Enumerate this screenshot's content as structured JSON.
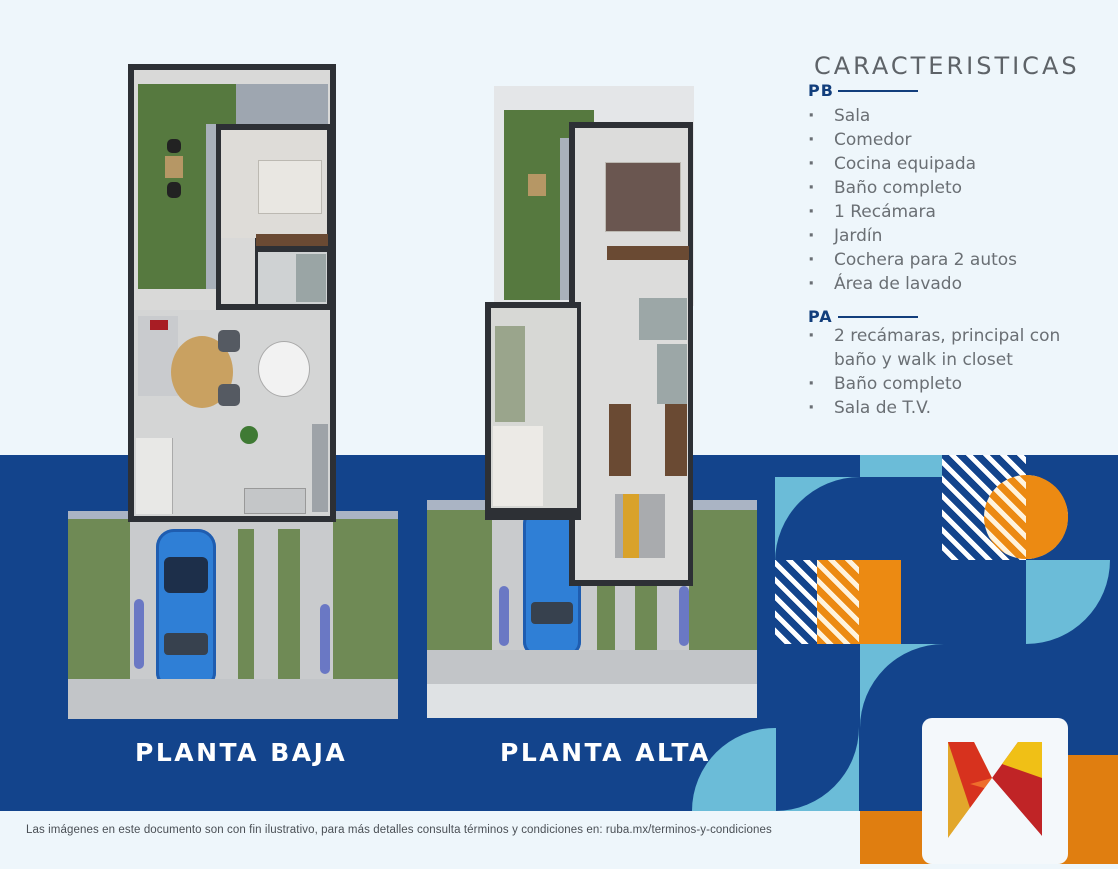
{
  "features": {
    "title": "CARACTERISTICAS",
    "pb": {
      "label": "PB",
      "items": [
        "Sala",
        "Comedor",
        "Cocina equipada",
        "Baño completo",
        "1 Recámara",
        "Jardín",
        "Cochera para 2 autos",
        "Área de lavado"
      ]
    },
    "pa": {
      "label": "PA",
      "items": [
        "2 recámaras, principal con",
        "baño y walk in closet",
        "Baño completo",
        "Sala de T.V."
      ]
    }
  },
  "plans": {
    "ground": {
      "label": "PLANTA BAJA"
    },
    "upper": {
      "label": "PLANTA ALTA"
    }
  },
  "footer": {
    "disclaimer": "Las imágenes en este documento son con fin ilustrativo, para más detalles consulta términos y condiciones en: ruba.mx/terminos-y-condiciones"
  },
  "colors": {
    "navy": "#13448c",
    "light_blue": "#6bbcd8",
    "orange": "#ec8a12",
    "background": "#eef6fb",
    "text_gray": "#6a6f74"
  }
}
